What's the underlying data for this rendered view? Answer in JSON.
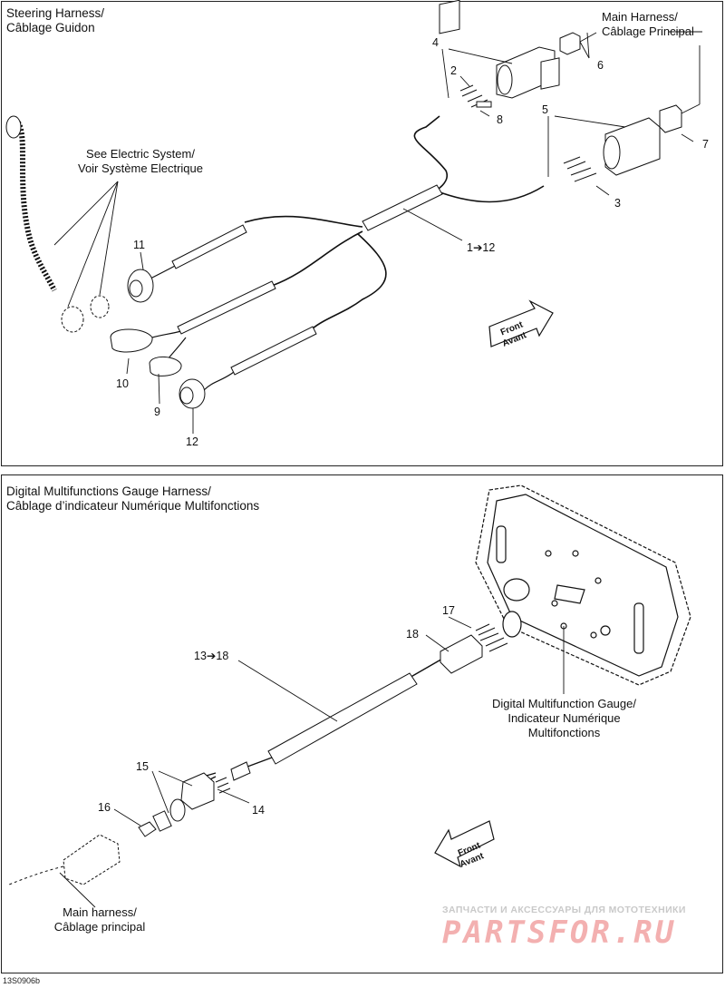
{
  "top_panel": {
    "title_en": "Steering Harness/",
    "title_fr": "Câblage Guidon",
    "main_harness_en": "Main Harness/",
    "main_harness_fr": "Câblage Principal",
    "electric_en": "See Electric System/",
    "electric_fr": "Voir Système Electrique",
    "front_en": "Front",
    "front_fr": "Avant",
    "callouts": {
      "c2": "2",
      "c3": "3",
      "c4": "4",
      "c5": "5",
      "c6": "6",
      "c7": "7",
      "c8": "8",
      "c9": "9",
      "c10": "10",
      "c11": "11",
      "c12": "12",
      "range": "1➔12"
    }
  },
  "bottom_panel": {
    "title_en": "Digital Multifunctions Gauge Harness/",
    "title_fr": "Câblage d’indicateur Numérique Multifonctions",
    "gauge_l1": "Digital Multifunction Gauge/",
    "gauge_l2": "Indicateur Numérique",
    "gauge_l3": "Multifonctions",
    "main_en": "Main harness/",
    "main_fr": "Câblage principal",
    "front_en": "Front",
    "front_fr": "Avant",
    "callouts": {
      "c14": "14",
      "c15": "15",
      "c16": "16",
      "c17": "17",
      "c18": "18",
      "range": "13➔18"
    }
  },
  "watermark": {
    "line1": "ЗАПЧАСТИ И АКСЕССУАРЫ ДЛЯ МОТОТЕХНИКИ",
    "line2": "PARTSFOR.RU"
  },
  "figure_code": "13S0906b"
}
